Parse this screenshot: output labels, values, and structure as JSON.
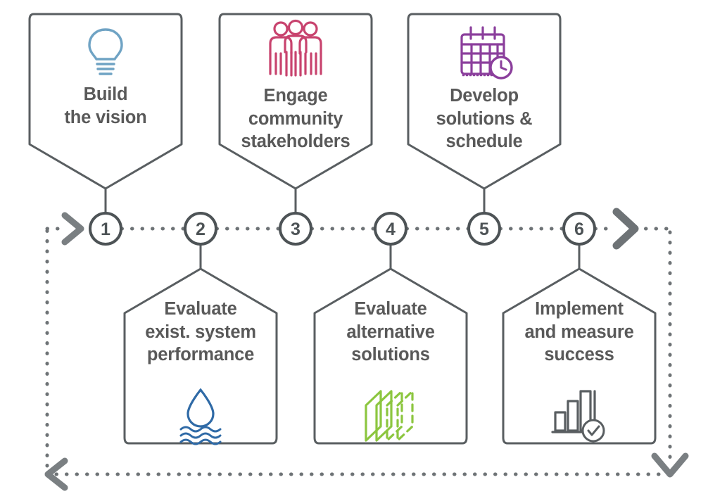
{
  "diagram": {
    "title": "Six-step integrated planning process cycle",
    "type": "process-cycle-flow",
    "colors": {
      "outline": "#595e61",
      "text": "#595959",
      "dotted_path": "#6e7376",
      "arrow": "#7a7f82",
      "icon_bulb": "#6fa3c4",
      "icon_people": "#c8436e",
      "icon_calendar": "#8b3f9c",
      "icon_water": "#2f6aa6",
      "icon_layers": "#8cc63f",
      "icon_chart": "#595e61",
      "background": "#ffffff"
    },
    "steps": [
      {
        "number": "1",
        "label": "Build\nthe vision",
        "position": "top",
        "icon": "lightbulb-icon",
        "icon_color": "#6fa3c4"
      },
      {
        "number": "2",
        "label": "Evaluate\nexist. system\nperformance",
        "position": "bottom",
        "icon": "water-drop-waves-icon",
        "icon_color": "#2f6aa6"
      },
      {
        "number": "3",
        "label": "Engage\ncommunity\nstakeholders",
        "position": "top",
        "icon": "people-group-icon",
        "icon_color": "#c8436e"
      },
      {
        "number": "4",
        "label": "Evaluate\nalternative\nsolutions",
        "position": "bottom",
        "icon": "layers-stack-icon",
        "icon_color": "#8cc63f"
      },
      {
        "number": "5",
        "label": "Develop\nsolutions &\nschedule",
        "position": "top",
        "icon": "calendar-clock-icon",
        "icon_color": "#8b3f9c"
      },
      {
        "number": "6",
        "label": "Implement\nand measure\nsuccess",
        "position": "bottom",
        "icon": "bar-chart-check-icon",
        "icon_color": "#595e61"
      }
    ],
    "connectors": {
      "timeline_style": "dotted",
      "entry_arrow": "chevron-right-icon",
      "exit_arrow": "chevron-right-icon",
      "loop_down_arrow": "chevron-down-icon",
      "loop_left_arrow": "chevron-left-icon",
      "loop_description": "dotted feedback loop returning from step 6 back to step 1"
    }
  }
}
